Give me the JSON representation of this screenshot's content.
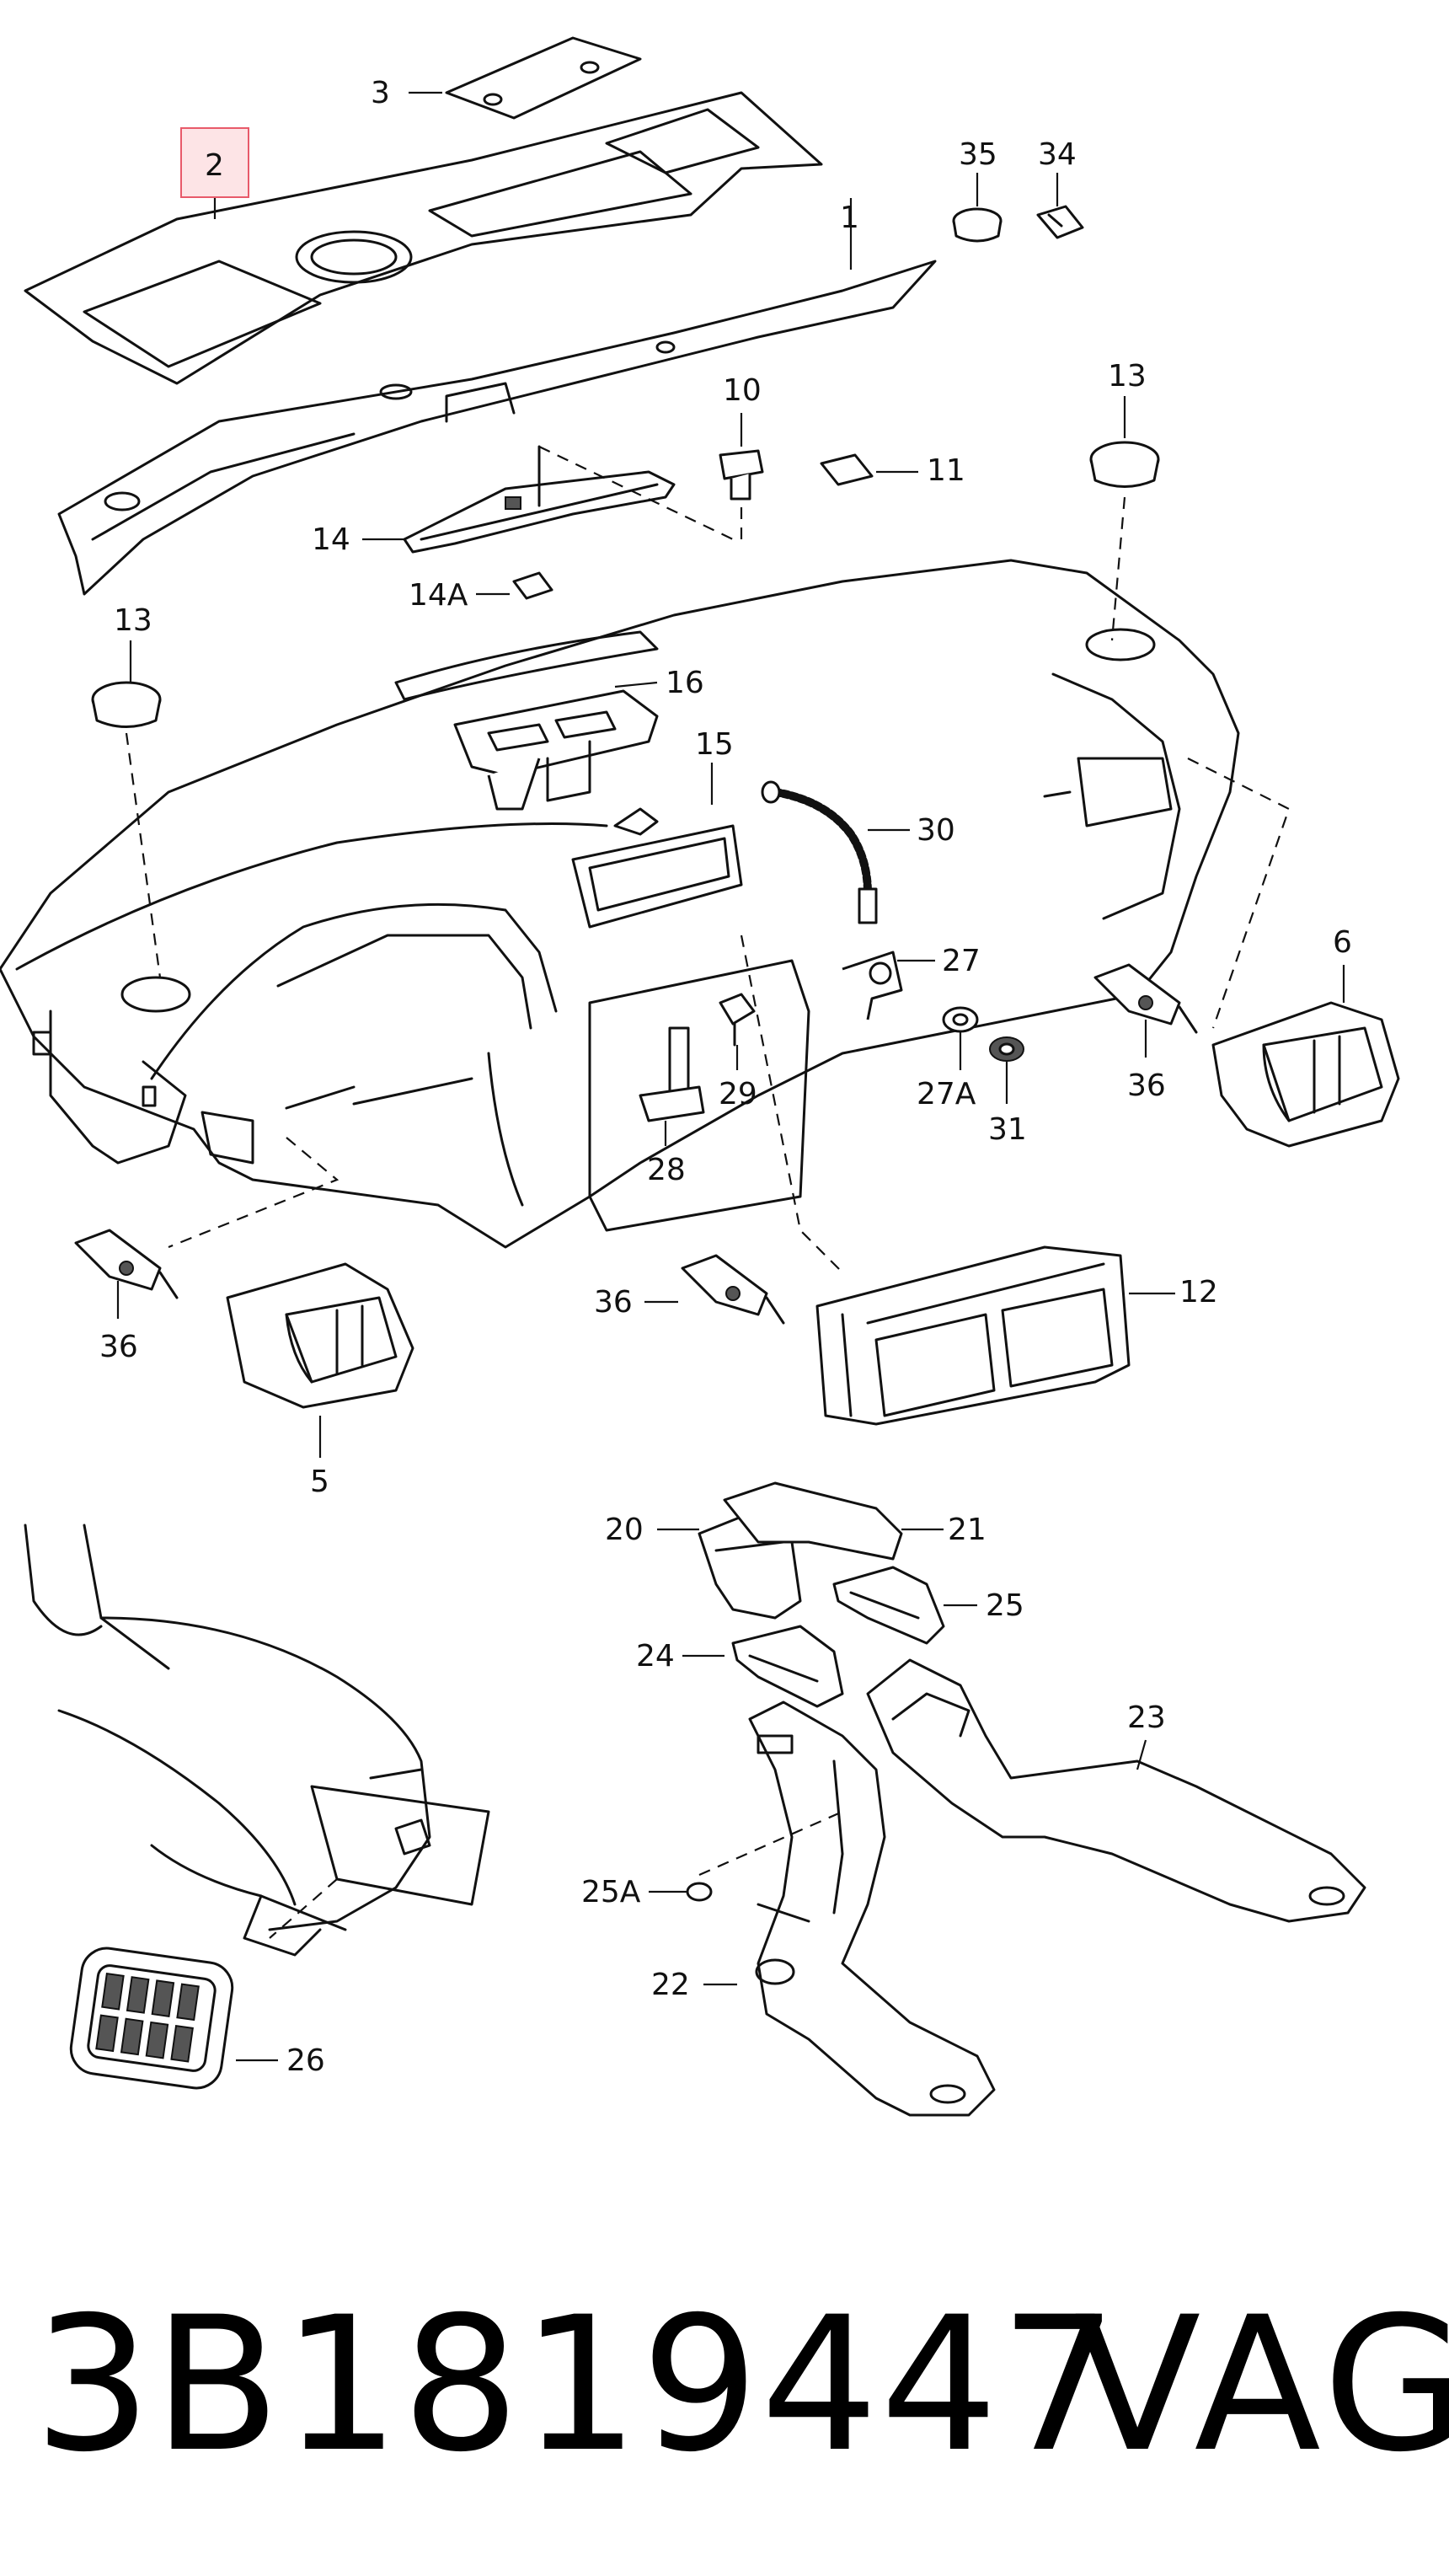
{
  "callouts": [
    {
      "id": "c1",
      "label": "1"
    },
    {
      "id": "c2",
      "label": "2"
    },
    {
      "id": "c3",
      "label": "3"
    },
    {
      "id": "c5",
      "label": "5"
    },
    {
      "id": "c6",
      "label": "6"
    },
    {
      "id": "c10",
      "label": "10"
    },
    {
      "id": "c11",
      "label": "11"
    },
    {
      "id": "c12",
      "label": "12"
    },
    {
      "id": "c13a",
      "label": "13"
    },
    {
      "id": "c13b",
      "label": "13"
    },
    {
      "id": "c14",
      "label": "14"
    },
    {
      "id": "c14a",
      "label": "14A"
    },
    {
      "id": "c15",
      "label": "15"
    },
    {
      "id": "c16",
      "label": "16"
    },
    {
      "id": "c20",
      "label": "20"
    },
    {
      "id": "c21",
      "label": "21"
    },
    {
      "id": "c22",
      "label": "22"
    },
    {
      "id": "c23",
      "label": "23"
    },
    {
      "id": "c24",
      "label": "24"
    },
    {
      "id": "c25",
      "label": "25"
    },
    {
      "id": "c25a",
      "label": "25A"
    },
    {
      "id": "c26",
      "label": "26"
    },
    {
      "id": "c27",
      "label": "27"
    },
    {
      "id": "c27a",
      "label": "27A"
    },
    {
      "id": "c28",
      "label": "28"
    },
    {
      "id": "c29",
      "label": "29"
    },
    {
      "id": "c30",
      "label": "30"
    },
    {
      "id": "c31",
      "label": "31"
    },
    {
      "id": "c34",
      "label": "34"
    },
    {
      "id": "c35",
      "label": "35"
    },
    {
      "id": "c36a",
      "label": "36"
    },
    {
      "id": "c36b",
      "label": "36"
    },
    {
      "id": "c36c",
      "label": "36"
    }
  ],
  "highlighted_callout": "2",
  "highlight_color": "#e85a6a",
  "highlight_fill": "#fde4e6",
  "footer": {
    "part_number": "3B1819447",
    "brand": "VAG"
  }
}
